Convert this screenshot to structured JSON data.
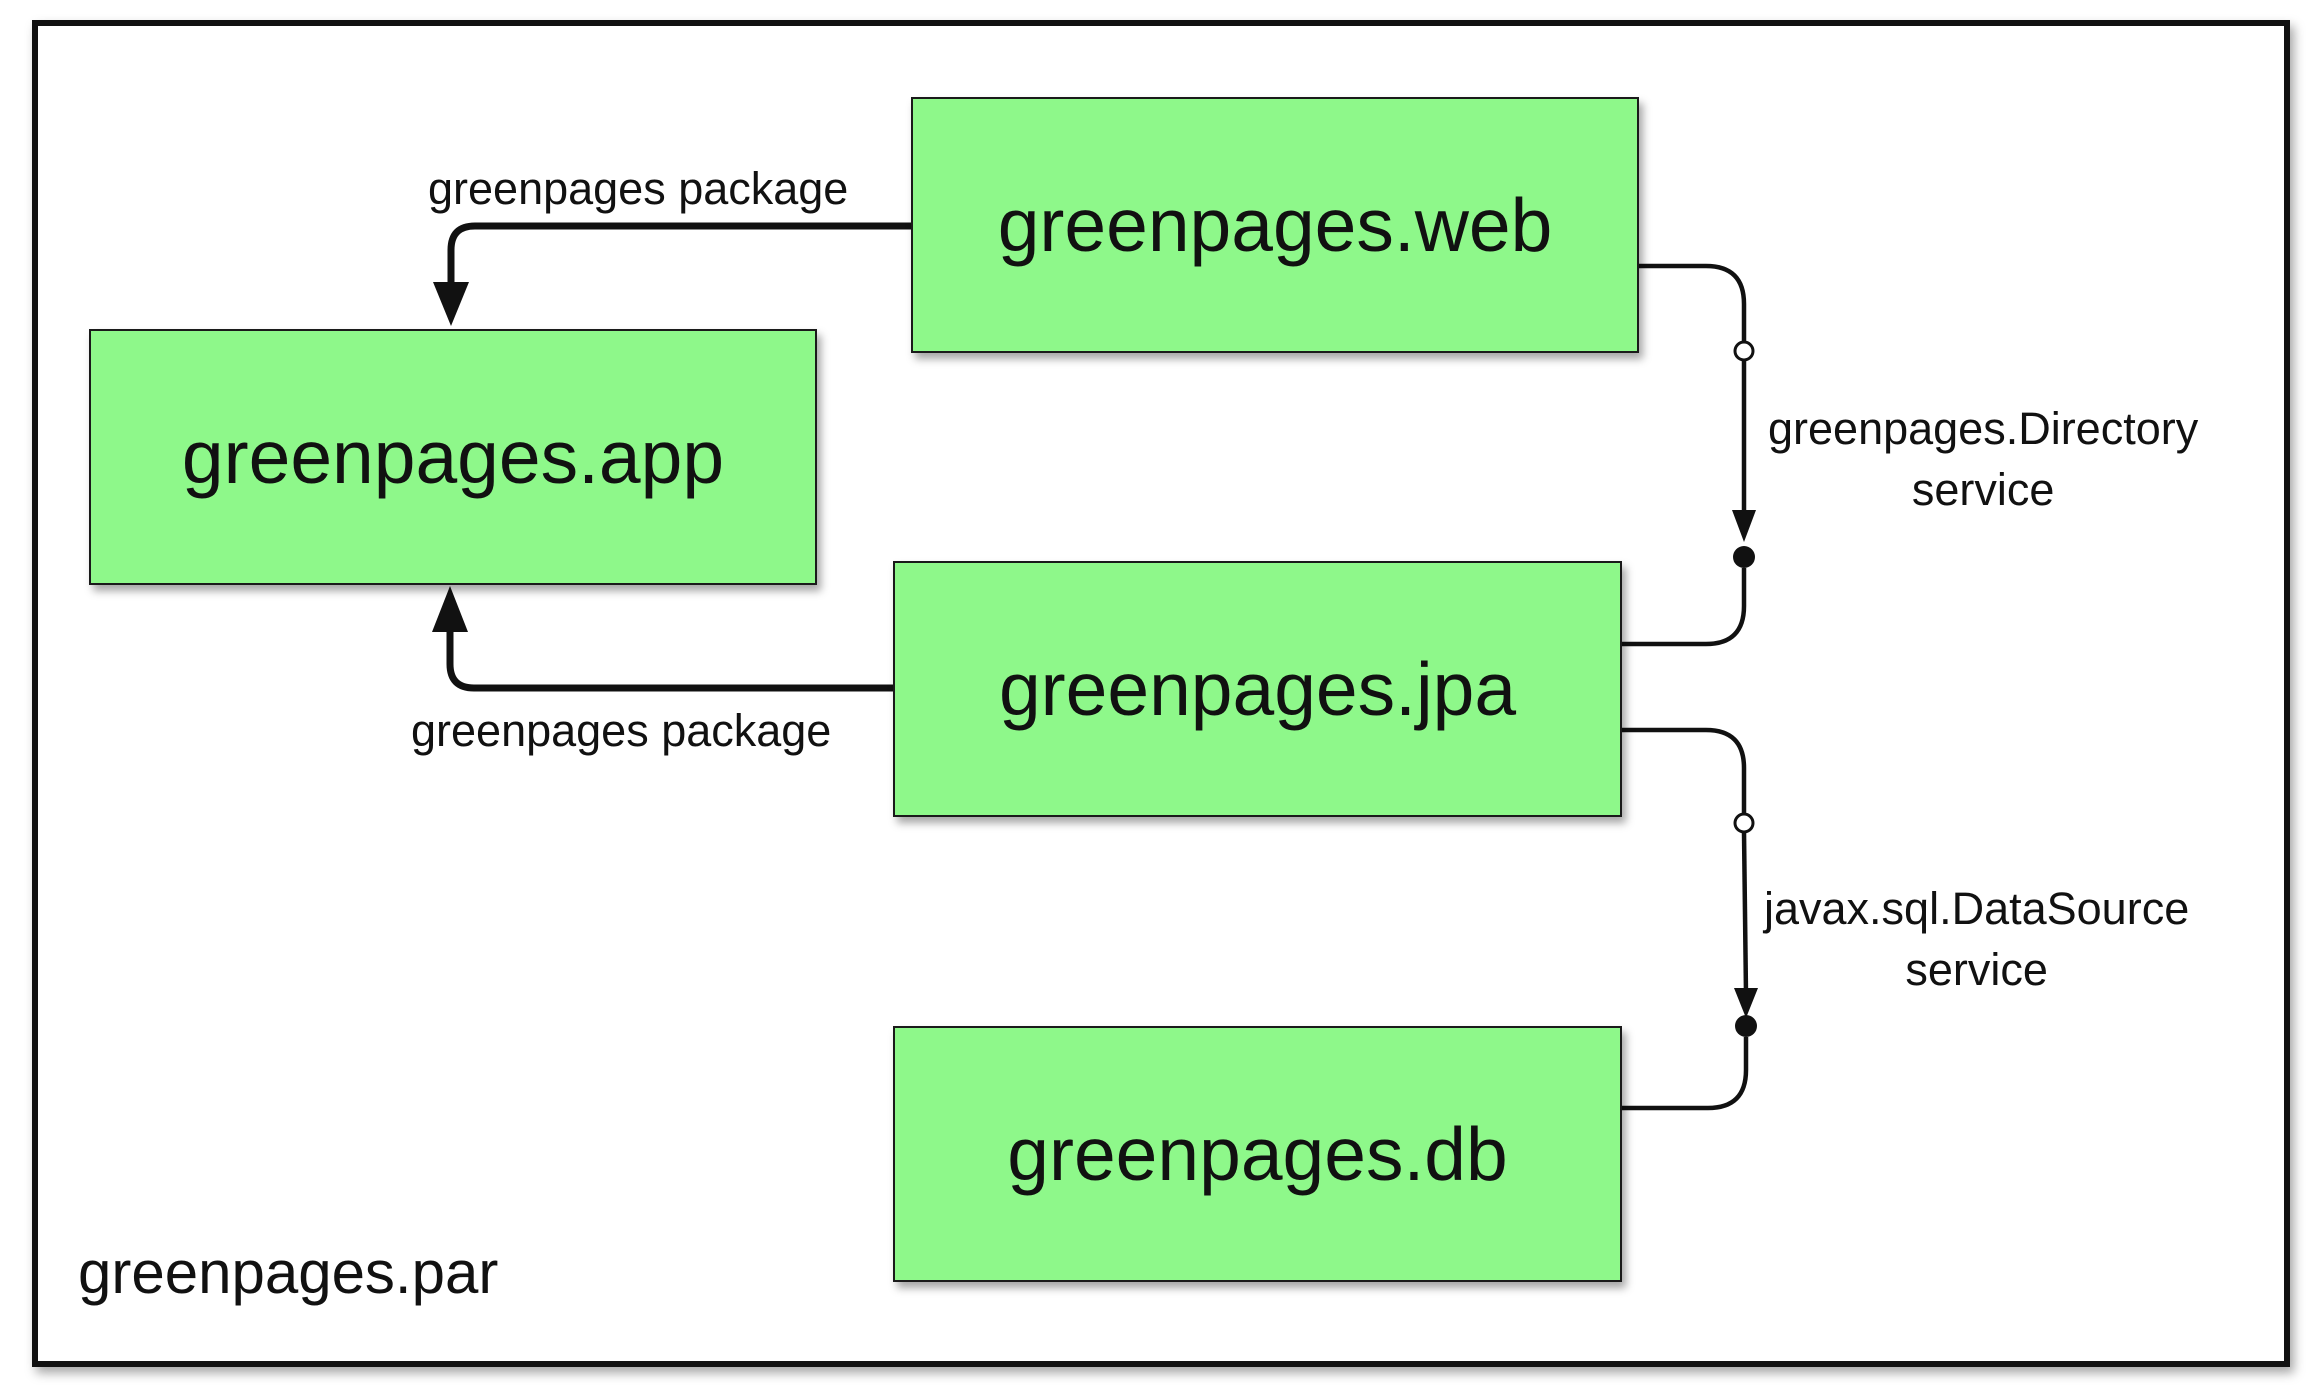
{
  "container": {
    "label": "greenpages.par"
  },
  "bundles": {
    "web": "greenpages.web",
    "app": "greenpages.app",
    "jpa": "greenpages.jpa",
    "db": "greenpages.db"
  },
  "connections": {
    "web_to_app": "greenpages package",
    "jpa_to_app": "greenpages package",
    "directory_service": {
      "line1": "greenpages.Directory",
      "line2": "service"
    },
    "datasource_service": {
      "line1": "javax.sql.DataSource",
      "line2": "service"
    }
  },
  "colors": {
    "bundle_fill": "#8ef88a",
    "stroke": "#111111"
  }
}
